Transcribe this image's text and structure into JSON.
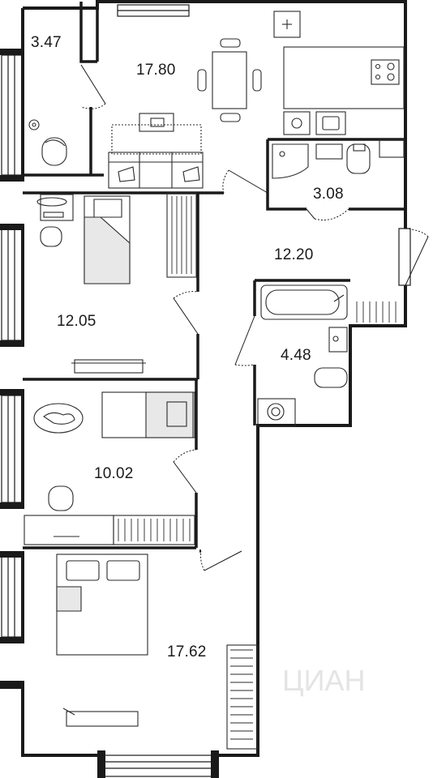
{
  "rooms": [
    {
      "id": "storage",
      "area": "3.47"
    },
    {
      "id": "kitchen-living",
      "area": "17.80"
    },
    {
      "id": "bathroom-small",
      "area": "3.08"
    },
    {
      "id": "hallway",
      "area": "12.20"
    },
    {
      "id": "bedroom-upper",
      "area": "12.05"
    },
    {
      "id": "bathroom-main",
      "area": "4.48"
    },
    {
      "id": "bedroom-middle",
      "area": "10.02"
    },
    {
      "id": "master-bedroom",
      "area": "17.62"
    }
  ],
  "watermark": "ЦИАН",
  "colors": {
    "wall": "#1a1a1a",
    "furniture": "#2a2a2a",
    "fill": "#e8e8e8",
    "background": "#ffffff"
  }
}
